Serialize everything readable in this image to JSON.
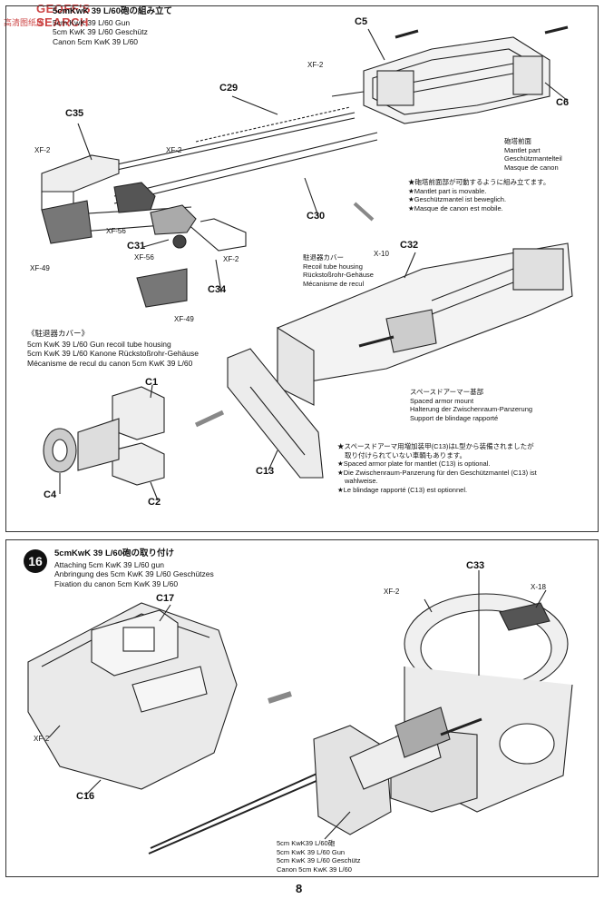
{
  "watermark": {
    "brand": "GEOFF'S SEARCH",
    "sub": "高清图纸库"
  },
  "step15": {
    "title_jp": "5cmKwK 39 L/60砲の組み立て",
    "title_en": "5cm KwK 39 L/60 Gun",
    "title_de": "5cm KwK 39 L/60 Geschütz",
    "title_fr": "Canon 5cm KwK 39 L/60"
  },
  "parts": {
    "c5": "C5",
    "c6": "C6",
    "c29": "C29",
    "c35": "C35",
    "c30": "C30",
    "c31": "C31",
    "c34": "C34",
    "c32": "C32",
    "c1": "C1",
    "c2": "C2",
    "c4": "C4",
    "c13": "C13",
    "c33": "C33",
    "c17": "C17",
    "c16": "C16",
    "xf2": "XF-2",
    "xf56": "XF-56",
    "xf49": "XF-49",
    "x10": "X-10",
    "x18": "X-18"
  },
  "mantlet": {
    "jp": "砲塔前面",
    "en": "Mantlet part",
    "de": "Geschützmantelteil",
    "fr": "Masque de canon"
  },
  "movable": {
    "jp": "★砲塔前面部が可動するように組み立てます。",
    "en": "★Mantlet part is movable.",
    "de": "★Geschützmantel ist beweglich.",
    "fr": "★Masque de canon est mobile."
  },
  "recoil": {
    "jp": "駐退器カバー",
    "en": "Recoil tube housing",
    "de": "Rückstoßrohr-Gehäuse",
    "fr": "Mécanisme de recul"
  },
  "recoil_side": {
    "jp": "《駐退器カバー》",
    "en": "5cm KwK 39 L/60 Gun recoil tube housing",
    "de": "5cm KwK 39 L/60 Kanone Rückstoßrohr-Gehäuse",
    "fr": "Mécanisme de recul du canon 5cm KwK 39 L/60"
  },
  "spaced": {
    "jp": "スペースドアーマー基部",
    "en": "Spaced armor mount",
    "de": "Halterung der Zwischenraum-Panzerung",
    "fr": "Support de blindage rapporté"
  },
  "optional": {
    "jp1": "★スペースドアーマ用増加装甲(C13)はL型から装備されましたが",
    "jp2": "取り付けられていない車輌もあります。",
    "en": "★Spaced armor plate for mantlet (C13) is optional.",
    "de1": "★Die Zwischenraum-Panzerung für den Geschützmantel (C13) ist",
    "de2": "wahlweise.",
    "fr": "★Le blindage rapporté (C13) est optionnel."
  },
  "step16": {
    "number": "16",
    "title_jp": "5cmKwK 39 L/60砲の取り付け",
    "title_en": "Attaching 5cm KwK 39 L/60 gun",
    "title_de": "Anbringung des 5cm KwK 39 L/60 Geschützes",
    "title_fr": "Fixation du canon 5cm KwK 39 L/60"
  },
  "gun_label": {
    "jp": "5cm KwK39 L/60砲",
    "en": "5cm KwK 39 L/60 Gun",
    "de": "5cm KwK 39 L/60 Geschütz",
    "fr": "Canon 5cm KwK 39 L/60"
  },
  "page_number": "8"
}
